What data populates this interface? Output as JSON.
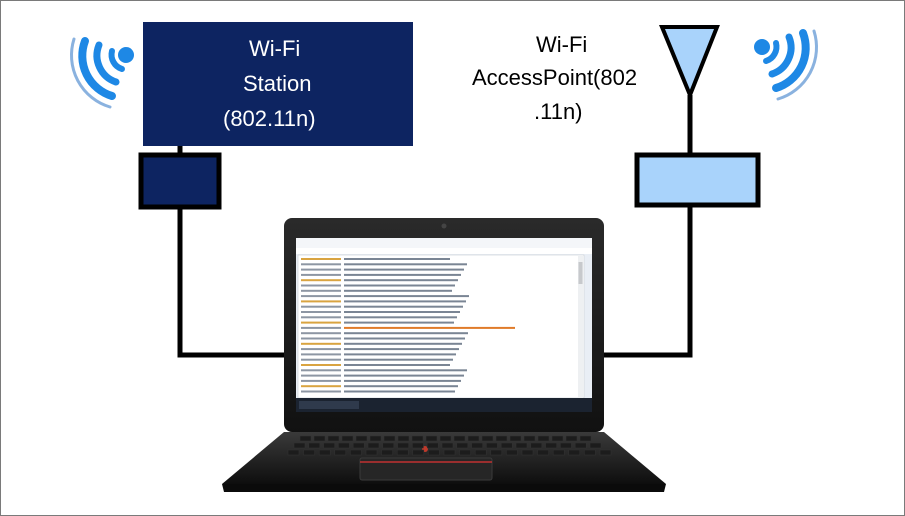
{
  "station": {
    "line1": "Wi-Fi",
    "line2": "Station",
    "line3": "(802.11n)"
  },
  "access_point": {
    "line1": "Wi-Fi",
    "line2": "AccessPoint(802",
    "line3": ".11n)"
  },
  "colors": {
    "station_fill": "#0d2461",
    "access_point_fill": "#a9d3fb",
    "wifi_icon": "#1e88e5",
    "cable": "#000000"
  }
}
